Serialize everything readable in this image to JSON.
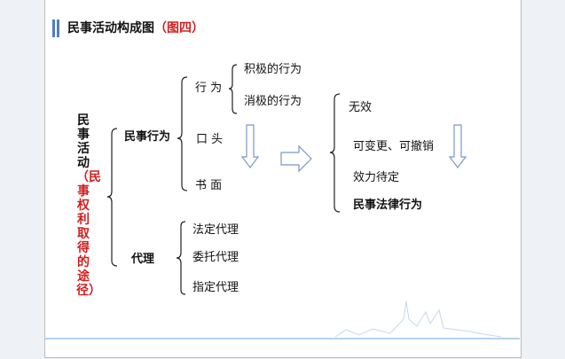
{
  "title": {
    "main": "民事活动构成图",
    "paren_open": "（",
    "sub": "图四",
    "paren_close": "）"
  },
  "left_vertical": {
    "part1": "民事活动",
    "part2_open": "（",
    "part2": "民事权利取得的途径",
    "part2_close": "）"
  },
  "branches": {
    "civil_act": "民事行为",
    "agency": "代理"
  },
  "forms": {
    "conduct": "行 为",
    "oral": "口 头",
    "written": "书 面"
  },
  "conduct_types": [
    "积极的行为",
    "消极的行为"
  ],
  "agency_types": [
    "法定代理",
    "委托代理",
    "指定代理"
  ],
  "results": {
    "invalid": "无效",
    "voidable": "可变更、可撤销",
    "pending": "效力待定",
    "civil_juristic": "民事法律行为"
  },
  "colors": {
    "accent_bar": "#4f7fc1",
    "highlight_red": "#d21e1e",
    "arrow_blue": "#7a97c9"
  }
}
